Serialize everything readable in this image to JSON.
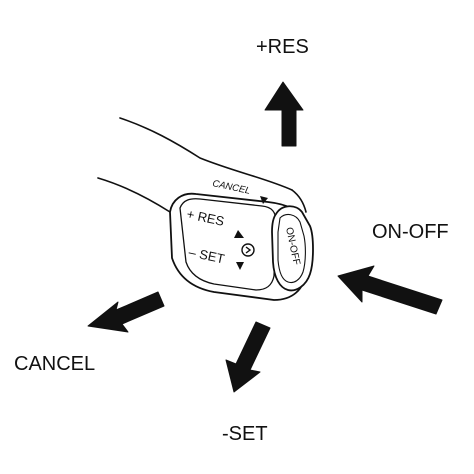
{
  "labels": {
    "res": "+RES",
    "on_off": "ON-OFF",
    "cancel": "CANCEL",
    "set": "-SET"
  },
  "lever": {
    "cancel": "CANCEL",
    "res": "+ RES",
    "set": "– SET",
    "button": "ON-OFF"
  },
  "colors": {
    "ink": "#111111",
    "arrow": "#111111",
    "background": "#ffffff"
  }
}
